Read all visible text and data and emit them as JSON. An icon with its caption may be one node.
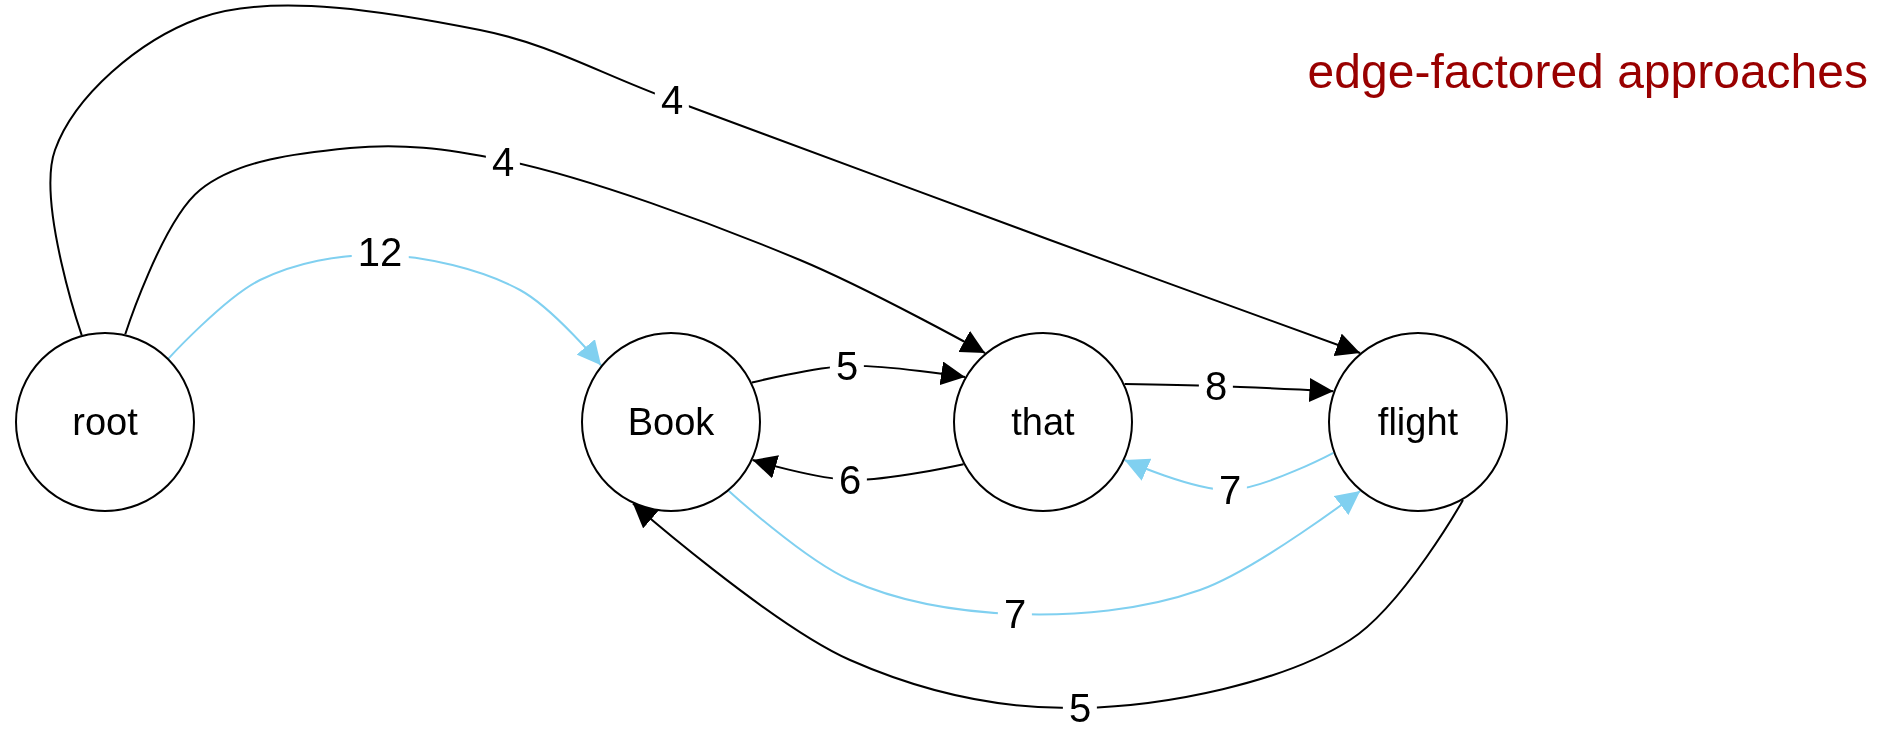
{
  "diagram": {
    "title": "edge-factored approaches",
    "nodes": [
      {
        "text": [
          "root"
        ]
      },
      {
        "text": [
          "Book"
        ]
      },
      {
        "text": [
          "that"
        ]
      },
      {
        "text": [
          "flight"
        ]
      }
    ],
    "edges": [
      {
        "from": 0,
        "to": 3,
        "arrow": "to",
        "label": "4"
      },
      {
        "from": 0,
        "to": 2,
        "arrow": "to",
        "label": "4"
      },
      {
        "from": 0,
        "to": 1,
        "arrow": "to",
        "label": "12",
        "color": "#80d0f0"
      },
      {
        "from": 1,
        "to": 2,
        "arrow": "to",
        "label": "5"
      },
      {
        "from": 2,
        "to": 1,
        "arrow": "to",
        "label": "6"
      },
      {
        "from": 2,
        "to": 3,
        "arrow": "to",
        "label": "8"
      },
      {
        "from": 3,
        "to": 2,
        "arrow": "to",
        "label": "7",
        "color": "#80d0f0"
      },
      {
        "from": 1,
        "to": 3,
        "arrow": "to",
        "label": "7",
        "color": "#80d0f0"
      },
      {
        "from": 3,
        "to": 1,
        "arrow": "to",
        "label": "5"
      }
    ]
  }
}
